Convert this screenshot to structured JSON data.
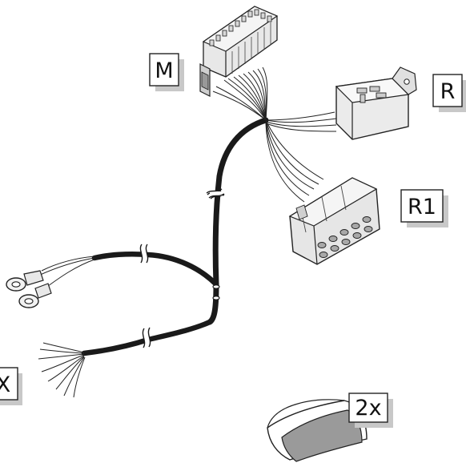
{
  "labels": {
    "m": "M",
    "r": "R",
    "r1": "R1",
    "x": "X",
    "qty": "2x"
  },
  "colors": {
    "cable": "#1a1a1a",
    "line": "#222222",
    "shadow": "#c8c8c8",
    "part_fill": "#e6e6e6",
    "part_dark": "#9a9a9a"
  }
}
